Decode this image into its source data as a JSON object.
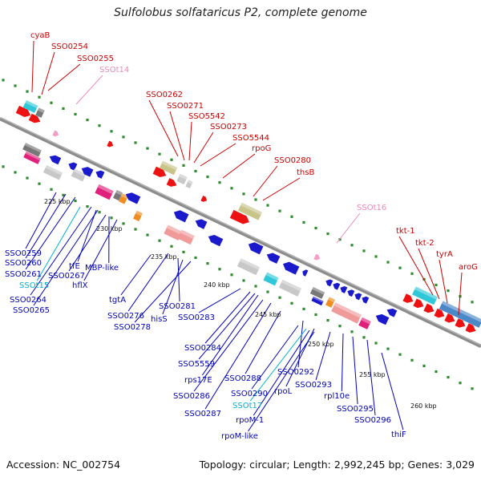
{
  "title": "Sulfolobus solfataricus P2, complete genome",
  "footer": {
    "accession": "Accession: NC_002754",
    "topology": "Topology: circular; Length: 2,992,245 bp; Genes: 3,029"
  },
  "colors": {
    "backbone": "#8c8c8c",
    "tick_dot": "#2e8b2e",
    "red_label": "#cc0000",
    "blue_label": "#0000bb",
    "pink_label": "#e88aba",
    "cyan_label": "#00b0d0"
  },
  "scale_labels": [
    "225 kbp",
    "230 kbp",
    "235 kbp",
    "240 kbp",
    "245 kbp",
    "250 kbp",
    "255 kbp",
    "260 kbp"
  ],
  "top_labels": [
    {
      "text": "cyaB",
      "color": "red"
    },
    {
      "text": "SSO0254",
      "color": "red"
    },
    {
      "text": "SSO0255",
      "color": "red"
    },
    {
      "text": "SSOt14",
      "color": "pink"
    },
    {
      "text": "SSO0262",
      "color": "red"
    },
    {
      "text": "SSO0271",
      "color": "red"
    },
    {
      "text": "SSO5542",
      "color": "red"
    },
    {
      "text": "SSO0273",
      "color": "red"
    },
    {
      "text": "SSO5544",
      "color": "red"
    },
    {
      "text": "rpoG",
      "color": "red"
    },
    {
      "text": "SSO0280",
      "color": "red"
    },
    {
      "text": "thsB",
      "color": "red"
    },
    {
      "text": "SSOt16",
      "color": "pink"
    },
    {
      "text": "tkt-1",
      "color": "red"
    },
    {
      "text": "tkt-2",
      "color": "red"
    },
    {
      "text": "tyrA",
      "color": "red"
    },
    {
      "text": "aroG",
      "color": "red"
    }
  ],
  "bottom_labels": [
    {
      "text": "SSO0259",
      "color": "blue"
    },
    {
      "text": "SSO0260",
      "color": "blue"
    },
    {
      "text": "SSO0261",
      "color": "blue"
    },
    {
      "text": "tfE",
      "color": "blue"
    },
    {
      "text": "MBP-like",
      "color": "blue"
    },
    {
      "text": "SSOt15",
      "color": "cyan"
    },
    {
      "text": "SSO0267",
      "color": "blue"
    },
    {
      "text": "hflX",
      "color": "blue"
    },
    {
      "text": "SSO0264",
      "color": "blue"
    },
    {
      "text": "SSO0265",
      "color": "blue"
    },
    {
      "text": "tgtA",
      "color": "blue"
    },
    {
      "text": "SSO0276",
      "color": "blue"
    },
    {
      "text": "SSO0281",
      "color": "blue"
    },
    {
      "text": "hisS",
      "color": "blue"
    },
    {
      "text": "SSO0278",
      "color": "blue"
    },
    {
      "text": "SSO0283",
      "color": "blue"
    },
    {
      "text": "SSO0284",
      "color": "blue"
    },
    {
      "text": "SSO5559",
      "color": "blue"
    },
    {
      "text": "rps17E",
      "color": "blue"
    },
    {
      "text": "SSO0288",
      "color": "blue"
    },
    {
      "text": "SSO0292",
      "color": "blue"
    },
    {
      "text": "SSO0286",
      "color": "blue"
    },
    {
      "text": "SSO0290",
      "color": "blue"
    },
    {
      "text": "rpoL",
      "color": "blue"
    },
    {
      "text": "SSO0293",
      "color": "blue"
    },
    {
      "text": "SSO0287",
      "color": "blue"
    },
    {
      "text": "SSOt17",
      "color": "cyan"
    },
    {
      "text": "rpl10e",
      "color": "blue"
    },
    {
      "text": "SSO0295",
      "color": "blue"
    },
    {
      "text": "rpoM-1",
      "color": "blue"
    },
    {
      "text": "SSO0296",
      "color": "blue"
    },
    {
      "text": "rpoM-like",
      "color": "blue"
    },
    {
      "text": "thiF",
      "color": "blue"
    }
  ]
}
